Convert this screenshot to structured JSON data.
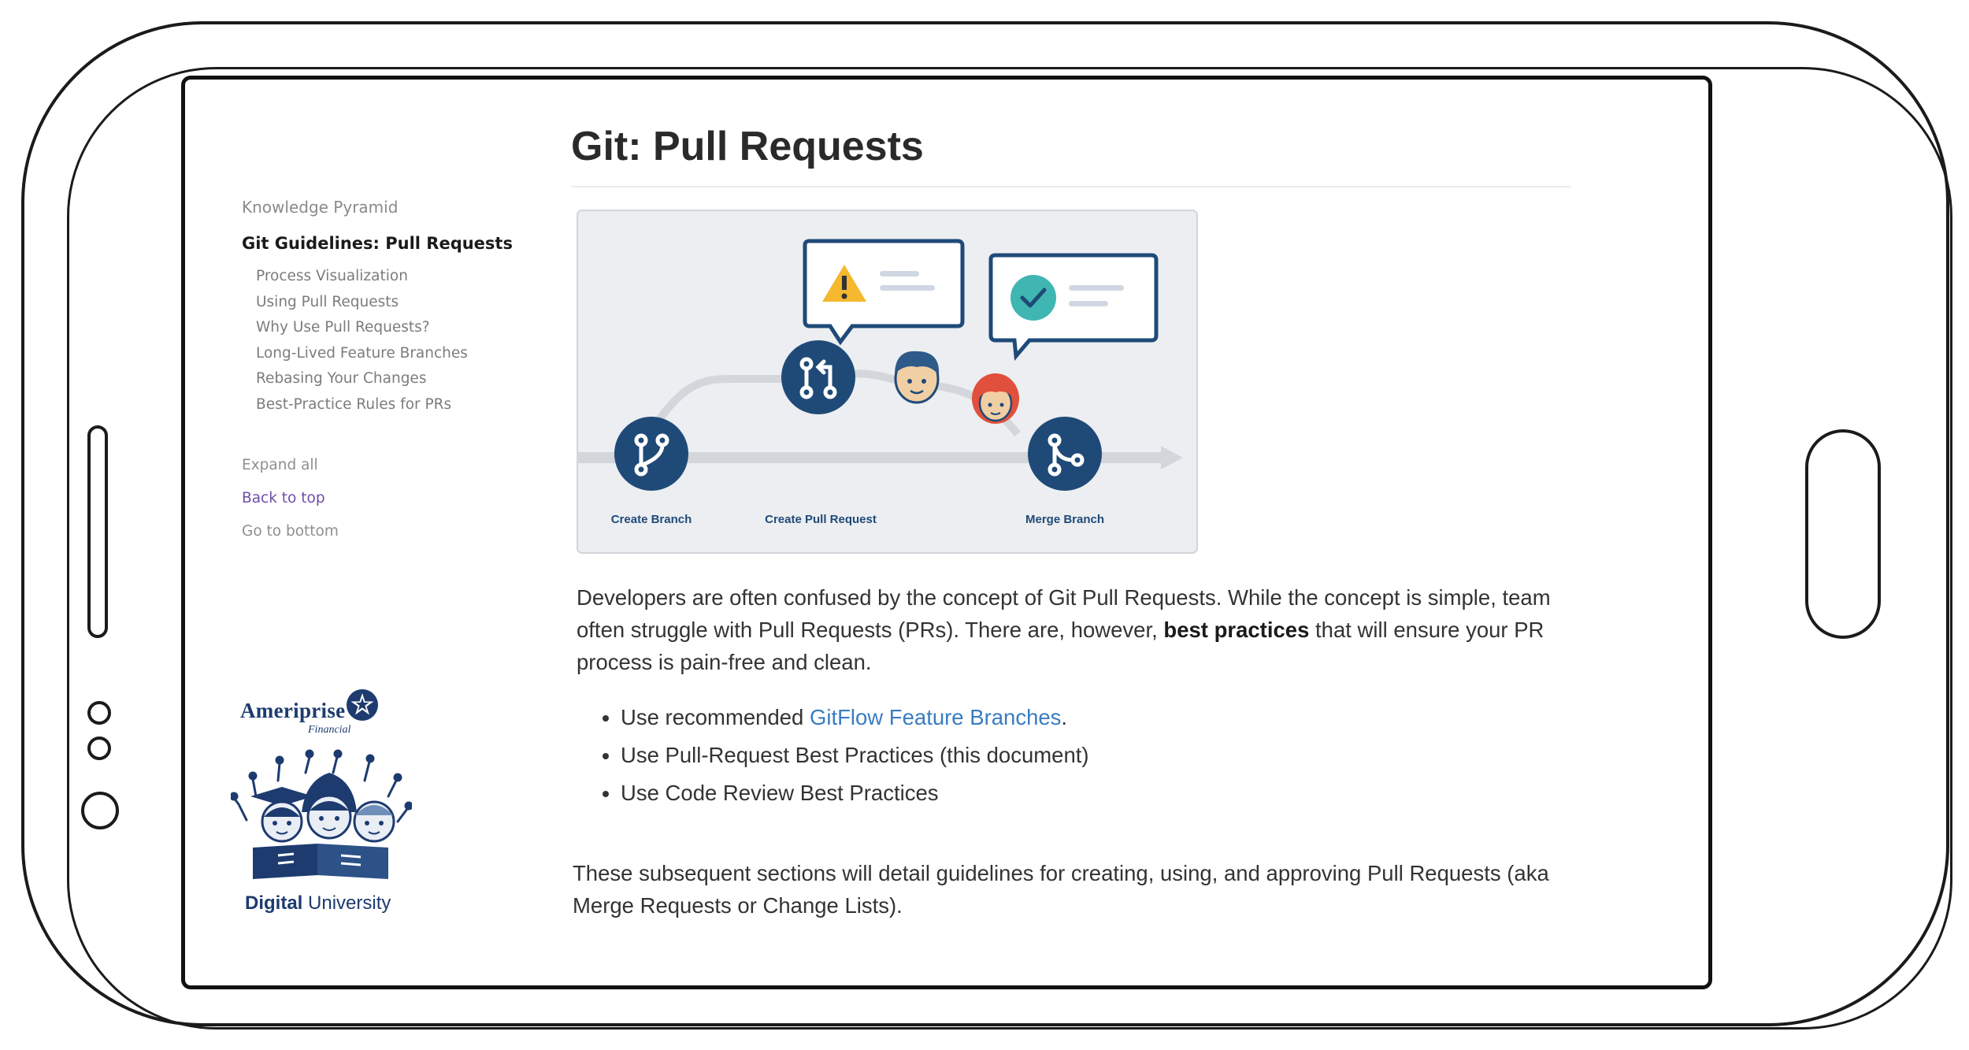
{
  "sidebar": {
    "root": "Knowledge Pyramid",
    "current": "Git Guidelines: Pull Requests",
    "items": [
      "Process Visualization",
      "Using Pull Requests",
      "Why Use Pull Requests?",
      "Long-Lived Feature Branches",
      "Rebasing Your Changes",
      "Best-Practice Rules for PRs"
    ],
    "expand_all": "Expand all",
    "back_to_top": "Back to top",
    "go_to_bottom": "Go to bottom"
  },
  "brand": {
    "company": "Ameriprise",
    "company_sub": "Financial",
    "university_bold": "Digital",
    "university_rest": " University"
  },
  "page": {
    "title": "Git: Pull Requests",
    "figure": {
      "labels": [
        "Create Branch",
        "Create Pull Request",
        "Merge Branch"
      ]
    },
    "intro_1": "Developers are often confused by the concept of Git Pull Requests. While the concept is simple, team often struggle with Pull Requests (PRs). There are, however, ",
    "intro_bold": "best practices",
    "intro_2": " that will ensure your PR process is pain-free and clean.",
    "bullets": {
      "b1_prefix": "Use recommended ",
      "b1_link": "GitFlow Feature Branches",
      "b1_suffix": ".",
      "b2": "Use Pull-Request Best Practices (this document)",
      "b3": "Use Code Review Best Practices"
    },
    "outro": "These subsequent sections will detail guidelines for creating, using, and approving Pull Requests (aka Merge Requests or Change Lists)."
  },
  "colors": {
    "navy": "#1f4a78",
    "teal": "#3fb6b2",
    "warning": "#f5b82e",
    "link": "#3a7cc1",
    "back_to_top": "#6f4fa6"
  }
}
